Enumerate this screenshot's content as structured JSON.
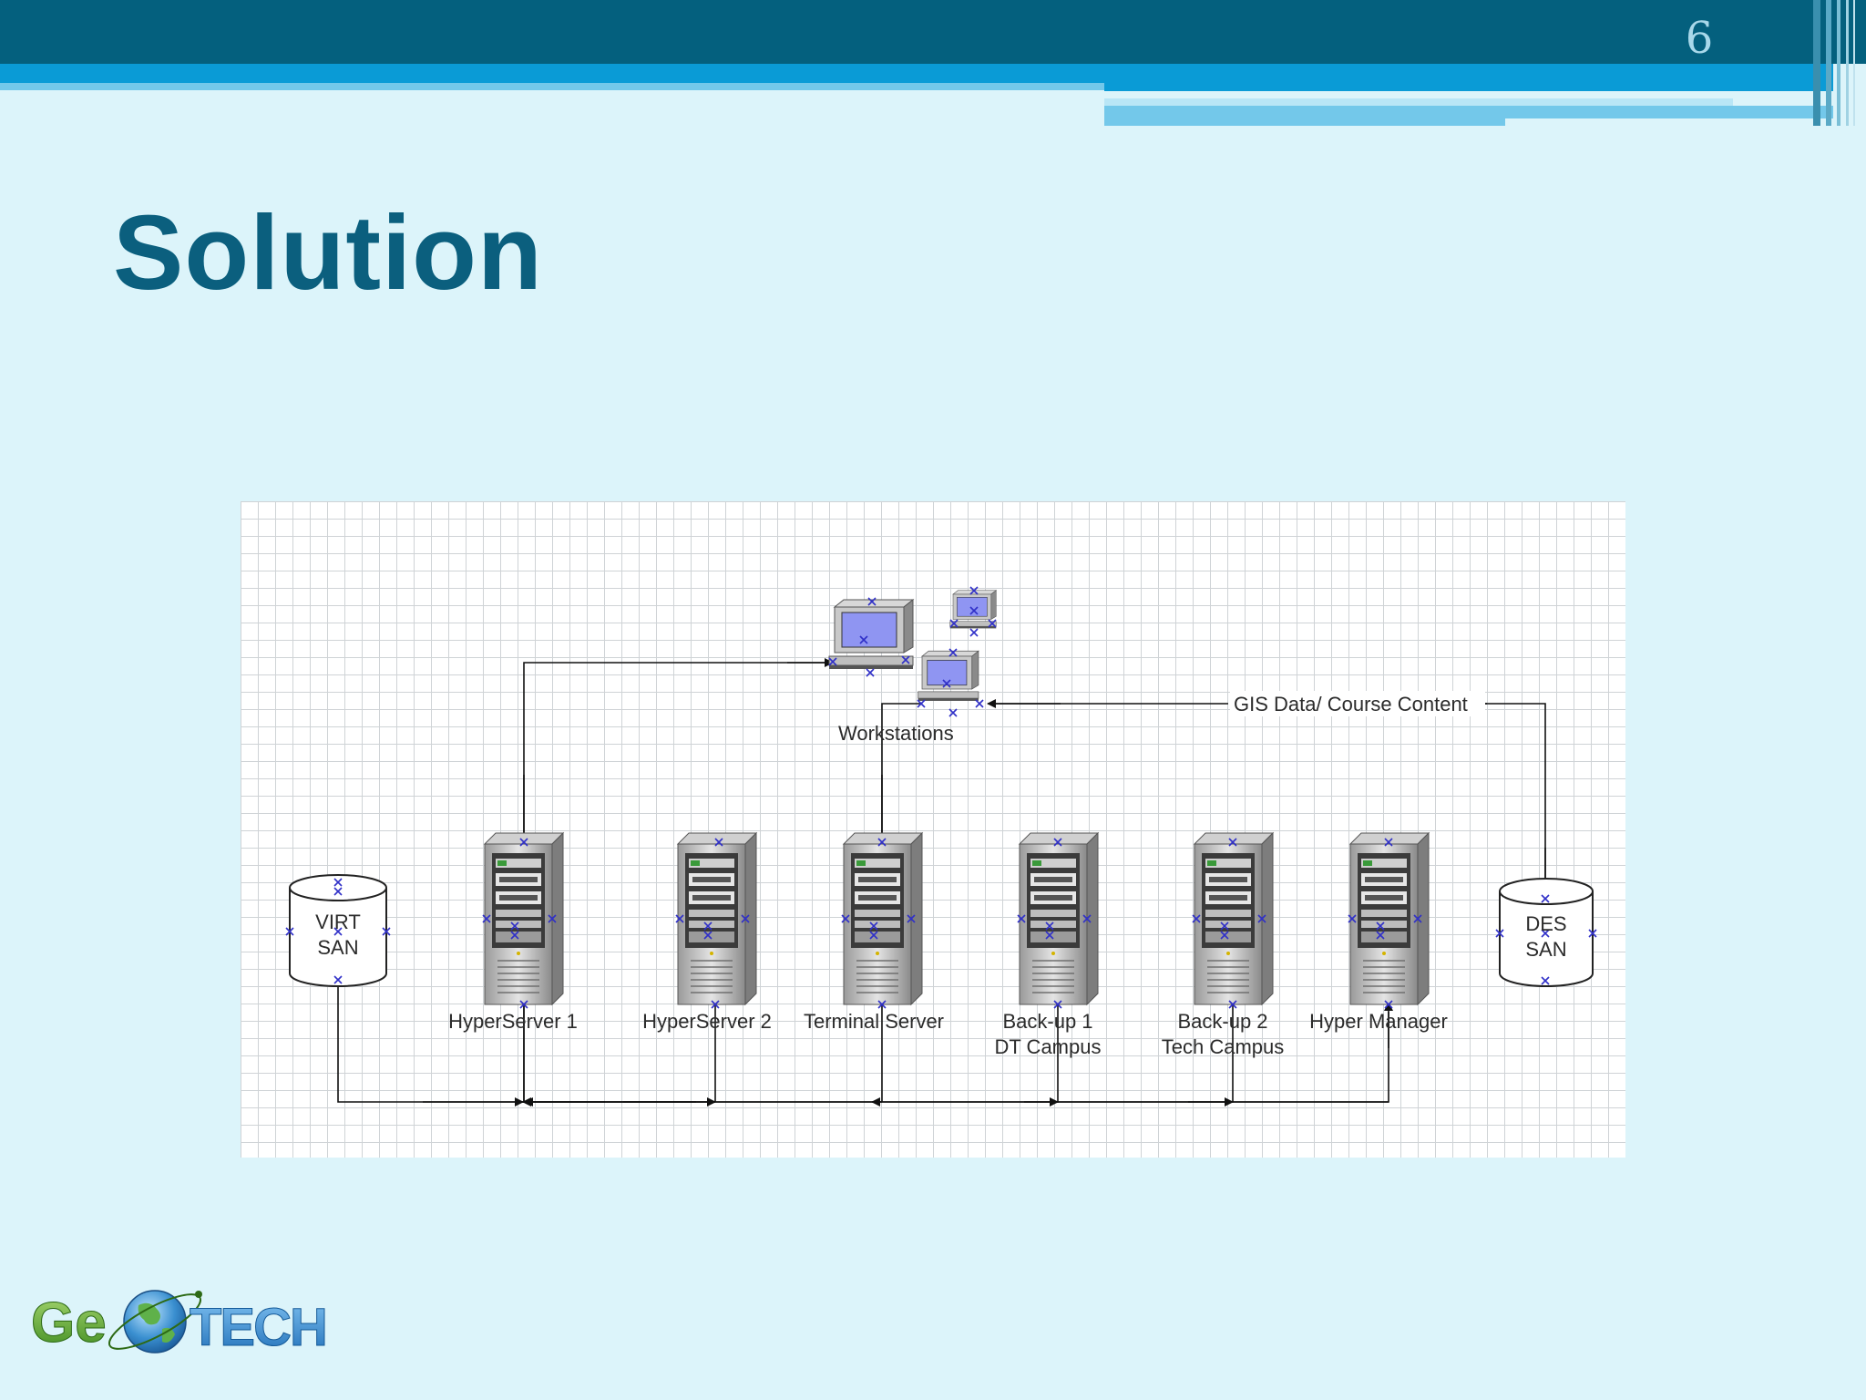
{
  "slide": {
    "page_number": "6",
    "title": "Solution",
    "colors": {
      "header": "#04607e",
      "stripe": "#0a9bd6",
      "background": "#dcf4fa",
      "title": "#0b5f7e"
    }
  },
  "diagram": {
    "workstations_label": "Workstations",
    "flow_label": "GIS Data/ Course Content",
    "storage": [
      {
        "line1": "VIRT",
        "line2": "SAN"
      },
      {
        "line1": "DES",
        "line2": "SAN"
      }
    ],
    "servers": [
      {
        "line1": "HyperServer 1",
        "line2": ""
      },
      {
        "line1": "HyperServer 2",
        "line2": ""
      },
      {
        "line1": "Terminal Server",
        "line2": ""
      },
      {
        "line1": "Back-up 1",
        "line2": "DT Campus"
      },
      {
        "line1": "Back-up 2",
        "line2": "Tech Campus"
      },
      {
        "line1": "Hyper Manager",
        "line2": ""
      }
    ]
  },
  "logo": {
    "text_left": "Ge",
    "text_right": "TECH"
  }
}
